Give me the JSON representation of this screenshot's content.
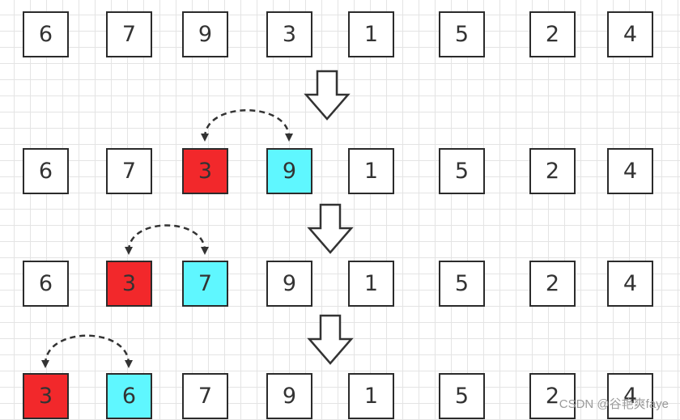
{
  "colors": {
    "moved": "#f2282b",
    "swapped": "#5ff7ff",
    "border": "#2b2b2b"
  },
  "rows": [
    {
      "cells": [
        {
          "v": "6"
        },
        {
          "v": "7"
        },
        {
          "v": "9"
        },
        {
          "v": "3"
        },
        {
          "v": "1"
        },
        {
          "v": "5"
        },
        {
          "v": "2"
        },
        {
          "v": "4"
        }
      ]
    },
    {
      "cells": [
        {
          "v": "6"
        },
        {
          "v": "7"
        },
        {
          "v": "3",
          "hl": "red"
        },
        {
          "v": "9",
          "hl": "cyan"
        },
        {
          "v": "1"
        },
        {
          "v": "5"
        },
        {
          "v": "2"
        },
        {
          "v": "4"
        }
      ]
    },
    {
      "cells": [
        {
          "v": "6"
        },
        {
          "v": "3",
          "hl": "red"
        },
        {
          "v": "7",
          "hl": "cyan"
        },
        {
          "v": "9"
        },
        {
          "v": "1"
        },
        {
          "v": "5"
        },
        {
          "v": "2"
        },
        {
          "v": "4"
        }
      ]
    },
    {
      "cells": [
        {
          "v": "3",
          "hl": "red"
        },
        {
          "v": "6",
          "hl": "cyan"
        },
        {
          "v": "7"
        },
        {
          "v": "9"
        },
        {
          "v": "1"
        },
        {
          "v": "5"
        },
        {
          "v": "2"
        },
        {
          "v": "4"
        }
      ]
    }
  ],
  "swaps": [
    [
      2,
      3
    ],
    [
      1,
      2
    ],
    [
      0,
      1
    ]
  ],
  "watermark": "CSDN @谷艳爽faye"
}
